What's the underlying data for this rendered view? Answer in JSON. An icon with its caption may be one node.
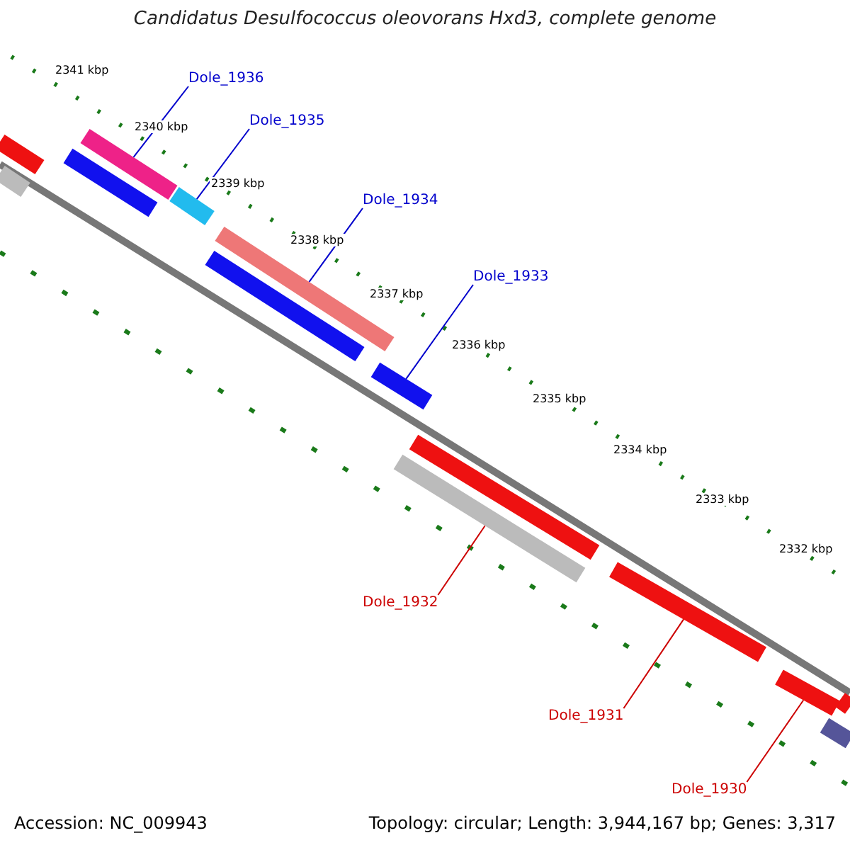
{
  "diagram": {
    "title": "Candidatus Desulfococcus oleovorans Hxd3, complete genome",
    "nodes": [
      {
        "text": [
          "Dole_1936"
        ]
      },
      {
        "text": [
          "Dole_1935"
        ]
      },
      {
        "text": [
          "Dole_1934"
        ]
      },
      {
        "text": [
          "Dole_1933"
        ]
      },
      {
        "text": [
          "Dole_1932"
        ]
      },
      {
        "text": [
          "Dole_1931"
        ]
      },
      {
        "text": [
          "Dole_1930"
        ]
      },
      {
        "text": [],
        "shape": "bar"
      },
      {
        "text": [],
        "shape": "bar"
      },
      {
        "text": [],
        "shape": "bar"
      },
      {
        "text": [],
        "shape": "bar"
      },
      {
        "text": [],
        "shape": "bar"
      },
      {
        "text": [],
        "shape": "bar"
      },
      {
        "text": [],
        "shape": "bar"
      }
    ],
    "edges": [
      {
        "from": 0,
        "to": 7,
        "arrow": "none"
      },
      {
        "from": 1,
        "to": 8,
        "arrow": "none"
      },
      {
        "from": 2,
        "to": 9,
        "arrow": "none"
      },
      {
        "from": 3,
        "to": 10,
        "arrow": "none"
      },
      {
        "from": 4,
        "to": 11,
        "arrow": "none",
        "color": "#cc0000"
      },
      {
        "from": 5,
        "to": 12,
        "arrow": "none",
        "color": "#cc0000"
      },
      {
        "from": 6,
        "to": 13,
        "arrow": "none",
        "color": "#cc0000"
      }
    ],
    "labels": [
      "2341 kbp",
      "2340 kbp",
      "2339 kbp",
      "2338 kbp",
      "2337 kbp",
      "2336 kbp",
      "2335 kbp",
      "2334 kbp",
      "2333 kbp",
      "2332 kbp",
      "Accession: NC_009943",
      "Topology: circular; Length: 3,944,167 bp; Genes: 3,317"
    ]
  }
}
